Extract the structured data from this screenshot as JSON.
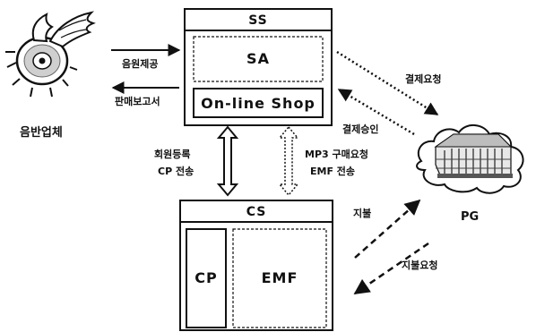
{
  "entities": {
    "ss": {
      "title": "SS",
      "sa": "SA",
      "shop": "On-line Shop"
    },
    "cs": {
      "title": "CS",
      "cp": "CP",
      "emf": "EMF"
    },
    "label": "음반업체",
    "pg": "PG"
  },
  "flows": {
    "music_provide": "음원제공",
    "sales_report": "판매보고서",
    "payment_request": "결제요청",
    "payment_approve": "결제승인",
    "member_register": "회원등록",
    "cp_transfer": "CP 전송",
    "mp3_purchase": "MP3 구매요청",
    "emf_transfer": "EMF 전송",
    "pay": "지불",
    "pay_request": "지불요청"
  },
  "colors": {
    "ink": "#111111",
    "paper": "#ffffff"
  },
  "icons": {
    "record_company": "winged-cd-icon",
    "pg": "bank-building-icon"
  }
}
